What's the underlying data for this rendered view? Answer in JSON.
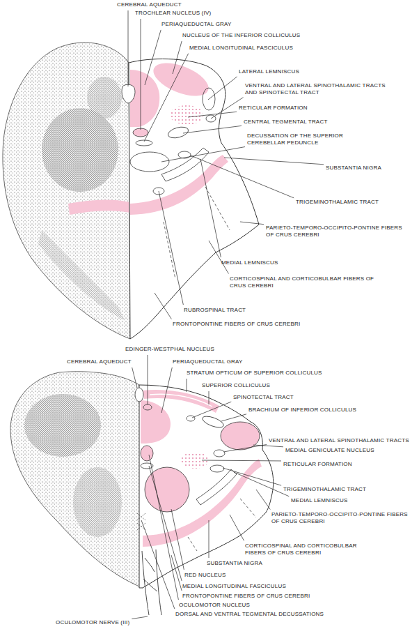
{
  "diagram": {
    "labels": [
      "CEREBRAL AQUEDUCT",
      "TROCHLEAR NUCLEUS (IV)",
      "PERIAQUEDUCTAL GRAY",
      "NUCLEUS OF THE INFERIOR COLLICULUS",
      "MEDIAL LONGITUDINAL FASCICULUS",
      "LATERAL LEMNISCUS",
      "VENTRAL AND LATERAL SPINOTHALAMIC TRACTS AND SPINOTECTAL TRACT",
      "RETICULAR FORMATION",
      "CENTRAL TEGMENTAL TRACT",
      "DECUSSATION OF THE SUPERIOR CEREBELLAR PEDUNCLE",
      "SUBSTANTIA NIGRA",
      "TRIGEMINOTHALAMIC TRACT",
      "PARIETO-TEMPORO-OCCIPITO-PONTINE FIBERS OF CRUS CEREBRI",
      "MEDIAL LEMNISCUS",
      "CORTICOSPINAL AND CORTICOBULBAR FIBERS OF CRUS CEREBRI",
      "RUBROSPINAL TRACT",
      "FRONTOPONTINE FIBERS OF CRUS CEREBRI",
      "EDINGER-WESTPHAL NUCLEUS",
      "CEREBRAL AQUEDUCT",
      "PERIAQUEDUCTAL GRAY",
      "STRATUM OPTICUM OF SUPERIOR COLLICULUS",
      "SUPERIOR COLLICULUS",
      "SPINOTECTAL TRACT",
      "BRACHIUM OF INFERIOR COLLICULUS",
      "VENTRAL AND LATERAL SPINOTHALAMIC TRACTS",
      "MEDIAL GENICULATE NUCLEUS",
      "RETICULAR FORMATION",
      "TRIGEMINOTHALAMIC TRACT",
      "MEDIAL LEMNISCUS",
      "PARIETO-TEMPORO-OCCIPITO-PONTINE FIBERS OF CRUS CEREBRI",
      "CORTICOSPINAL AND CORTICOBULBAR FIBERS OF CRUS CEREBRI",
      "SUBSTANTIA NIGRA",
      "RED NUCLEUS",
      "MEDIAL LONGITUDINAL FASCICULUS",
      "FRONTOPONTINE FIBERS OF CRUS CEREBRI",
      "OCULOMOTOR NUCLEUS",
      "DORSAL AND VENTRAL TEGMENTAL DECUSSATIONS",
      "OCULOMOTOR NERVE (III)"
    ]
  }
}
